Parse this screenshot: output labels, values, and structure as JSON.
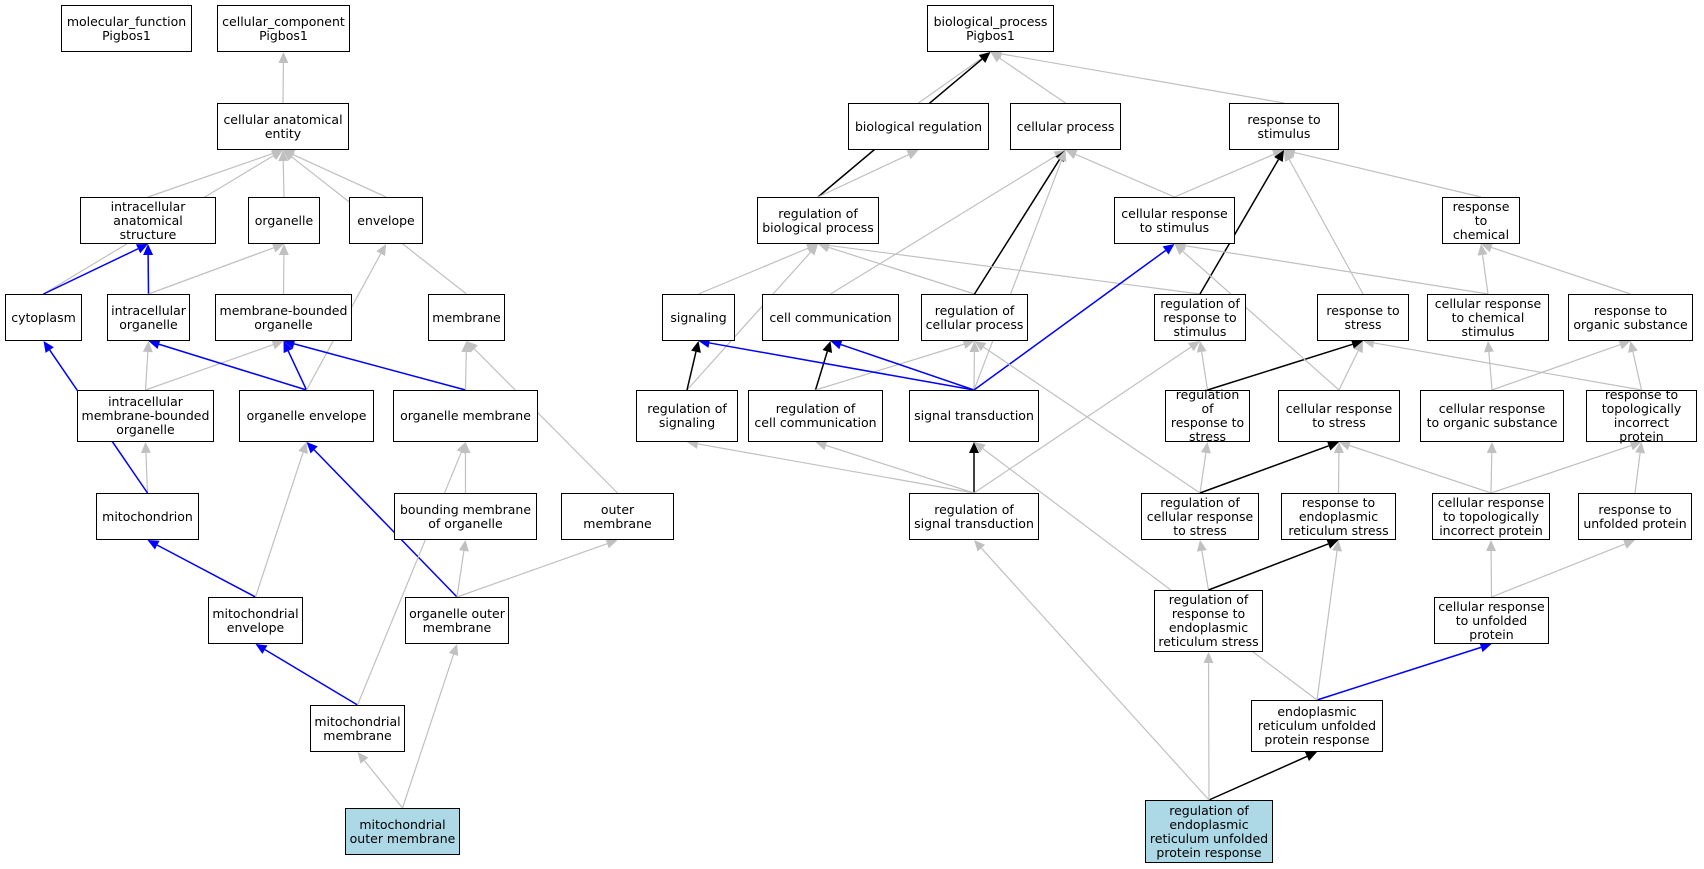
{
  "nodes": {
    "molecular_function": {
      "label": "molecular_function\nPigbos1"
    },
    "cellular_component": {
      "label": "cellular_component\nPigbos1"
    },
    "biological_process": {
      "label": "biological_process\nPigbos1"
    },
    "cellular_anatomical_entity": {
      "label": "cellular anatomical\nentity"
    },
    "intracellular_anatomical_structure": {
      "label": "intracellular\nanatomical structure"
    },
    "organelle": {
      "label": "organelle"
    },
    "envelope": {
      "label": "envelope"
    },
    "cytoplasm": {
      "label": "cytoplasm"
    },
    "intracellular_organelle": {
      "label": "intracellular\norganelle"
    },
    "membrane_bounded_organelle": {
      "label": "membrane-bounded\norganelle"
    },
    "membrane": {
      "label": "membrane"
    },
    "intracellular_mb_organelle": {
      "label": "intracellular\nmembrane-bounded\norganelle"
    },
    "organelle_envelope": {
      "label": "organelle envelope"
    },
    "organelle_membrane": {
      "label": "organelle membrane"
    },
    "mitochondrion": {
      "label": "mitochondrion"
    },
    "bounding_membrane": {
      "label": "bounding membrane\nof organelle"
    },
    "outer_membrane": {
      "label": "outer membrane"
    },
    "mitochondrial_envelope": {
      "label": "mitochondrial\nenvelope"
    },
    "organelle_outer_membrane": {
      "label": "organelle outer\nmembrane"
    },
    "mitochondrial_membrane": {
      "label": "mitochondrial\nmembrane"
    },
    "mitochondrial_outer_membrane": {
      "label": "mitochondrial\nouter membrane"
    },
    "biological_regulation": {
      "label": "biological regulation"
    },
    "cellular_process": {
      "label": "cellular process"
    },
    "response_to_stimulus": {
      "label": "response to\nstimulus"
    },
    "regulation_of_biological_process": {
      "label": "regulation of\nbiological process"
    },
    "cellular_response_to_stimulus": {
      "label": "cellular response\nto stimulus"
    },
    "response_to_chemical": {
      "label": "response to\nchemical"
    },
    "signaling": {
      "label": "signaling"
    },
    "cell_communication": {
      "label": "cell communication"
    },
    "regulation_of_cellular_process": {
      "label": "regulation of\ncellular process"
    },
    "regulation_of_response_to_stimulus": {
      "label": "regulation of\nresponse to\nstimulus"
    },
    "response_to_stress": {
      "label": "response to\nstress"
    },
    "cellular_response_to_chemical_stimulus": {
      "label": "cellular response\nto chemical\nstimulus"
    },
    "response_to_organic_substance": {
      "label": "response to\norganic substance"
    },
    "regulation_of_signaling": {
      "label": "regulation of\nsignaling"
    },
    "regulation_of_cell_communication": {
      "label": "regulation of\ncell communication"
    },
    "signal_transduction": {
      "label": "signal transduction"
    },
    "regulation_of_response_to_stress": {
      "label": "regulation of\nresponse to\nstress"
    },
    "cellular_response_to_stress": {
      "label": "cellular response\nto stress"
    },
    "cellular_response_to_organic_substance": {
      "label": "cellular response\nto organic substance"
    },
    "response_to_topologically_incorrect_protein": {
      "label": "response to\ntopologically\nincorrect protein"
    },
    "regulation_of_signal_transduction": {
      "label": "regulation of\nsignal transduction"
    },
    "regulation_of_cellular_response_to_stress": {
      "label": "regulation of\ncellular response\nto stress"
    },
    "response_to_er_stress": {
      "label": "response to\nendoplasmic\nreticulum stress"
    },
    "cellular_response_to_topologically_incorrect_protein": {
      "label": "cellular response\nto topologically\nincorrect protein"
    },
    "response_to_unfolded_protein": {
      "label": "response to\nunfolded protein"
    },
    "regulation_of_response_to_er_stress": {
      "label": "regulation of\nresponse to\nendoplasmic\nreticulum stress"
    },
    "cellular_response_to_unfolded_protein": {
      "label": "cellular response\nto unfolded\nprotein"
    },
    "er_unfolded_protein_response": {
      "label": "endoplasmic\nreticulum unfolded\nprotein response"
    },
    "regulation_of_er_upr": {
      "label": "regulation of\nendoplasmic\nreticulum unfolded\nprotein response"
    }
  },
  "edges": [
    [
      "cellular_anatomical_entity",
      "cellular_component",
      "gray"
    ],
    [
      "intracellular_anatomical_structure",
      "cellular_anatomical_entity",
      "gray"
    ],
    [
      "organelle",
      "cellular_anatomical_entity",
      "gray"
    ],
    [
      "envelope",
      "cellular_anatomical_entity",
      "gray"
    ],
    [
      "cytoplasm",
      "cellular_anatomical_entity",
      "gray"
    ],
    [
      "membrane",
      "cellular_anatomical_entity",
      "gray"
    ],
    [
      "cytoplasm",
      "intracellular_anatomical_structure",
      "blue"
    ],
    [
      "intracellular_organelle",
      "intracellular_anatomical_structure",
      "blue"
    ],
    [
      "intracellular_organelle",
      "organelle",
      "gray"
    ],
    [
      "membrane_bounded_organelle",
      "organelle",
      "gray"
    ],
    [
      "intracellular_mb_organelle",
      "intracellular_organelle",
      "gray"
    ],
    [
      "intracellular_mb_organelle",
      "membrane_bounded_organelle",
      "gray"
    ],
    [
      "organelle_envelope",
      "intracellular_organelle",
      "blue"
    ],
    [
      "organelle_envelope",
      "membrane_bounded_organelle",
      "blue"
    ],
    [
      "organelle_envelope",
      "envelope",
      "gray"
    ],
    [
      "organelle_membrane",
      "membrane_bounded_organelle",
      "blue"
    ],
    [
      "organelle_membrane",
      "membrane",
      "gray"
    ],
    [
      "mitochondrion",
      "intracellular_mb_organelle",
      "gray"
    ],
    [
      "mitochondrion",
      "cytoplasm",
      "blue"
    ],
    [
      "bounding_membrane",
      "organelle_membrane",
      "gray"
    ],
    [
      "outer_membrane",
      "membrane",
      "gray"
    ],
    [
      "mitochondrial_envelope",
      "mitochondrion",
      "blue"
    ],
    [
      "mitochondrial_envelope",
      "organelle_envelope",
      "gray"
    ],
    [
      "organelle_outer_membrane",
      "organelle_envelope",
      "blue"
    ],
    [
      "organelle_outer_membrane",
      "bounding_membrane",
      "gray"
    ],
    [
      "organelle_outer_membrane",
      "outer_membrane",
      "gray"
    ],
    [
      "mitochondrial_membrane",
      "mitochondrial_envelope",
      "blue"
    ],
    [
      "mitochondrial_membrane",
      "organelle_membrane",
      "gray"
    ],
    [
      "mitochondrial_outer_membrane",
      "mitochondrial_membrane",
      "gray"
    ],
    [
      "mitochondrial_outer_membrane",
      "organelle_outer_membrane",
      "gray"
    ],
    [
      "biological_regulation",
      "biological_process",
      "gray"
    ],
    [
      "cellular_process",
      "biological_process",
      "gray"
    ],
    [
      "response_to_stimulus",
      "biological_process",
      "gray"
    ],
    [
      "regulation_of_biological_process",
      "biological_process",
      "black"
    ],
    [
      "regulation_of_biological_process",
      "biological_regulation",
      "gray"
    ],
    [
      "cellular_response_to_stimulus",
      "cellular_process",
      "gray"
    ],
    [
      "cellular_response_to_stimulus",
      "response_to_stimulus",
      "gray"
    ],
    [
      "response_to_chemical",
      "response_to_stimulus",
      "gray"
    ],
    [
      "signaling",
      "regulation_of_biological_process",
      "gray"
    ],
    [
      "cell_communication",
      "cellular_process",
      "gray"
    ],
    [
      "regulation_of_cellular_process",
      "regulation_of_biological_process",
      "gray"
    ],
    [
      "regulation_of_cellular_process",
      "cellular_process",
      "black"
    ],
    [
      "regulation_of_response_to_stimulus",
      "regulation_of_biological_process",
      "gray"
    ],
    [
      "regulation_of_response_to_stimulus",
      "response_to_stimulus",
      "black"
    ],
    [
      "response_to_stress",
      "response_to_stimulus",
      "gray"
    ],
    [
      "cellular_response_to_chemical_stimulus",
      "cellular_response_to_stimulus",
      "gray"
    ],
    [
      "cellular_response_to_chemical_stimulus",
      "response_to_chemical",
      "gray"
    ],
    [
      "response_to_organic_substance",
      "response_to_chemical",
      "gray"
    ],
    [
      "regulation_of_signaling",
      "regulation_of_biological_process",
      "gray"
    ],
    [
      "regulation_of_signaling",
      "signaling",
      "black"
    ],
    [
      "regulation_of_cell_communication",
      "cell_communication",
      "black"
    ],
    [
      "regulation_of_cell_communication",
      "regulation_of_cellular_process",
      "gray"
    ],
    [
      "signal_transduction",
      "signaling",
      "blue"
    ],
    [
      "signal_transduction",
      "cell_communication",
      "blue"
    ],
    [
      "signal_transduction",
      "regulation_of_cellular_process",
      "gray"
    ],
    [
      "signal_transduction",
      "cellular_process",
      "gray"
    ],
    [
      "signal_transduction",
      "cellular_response_to_stimulus",
      "blue"
    ],
    [
      "regulation_of_response_to_stress",
      "regulation_of_response_to_stimulus",
      "gray"
    ],
    [
      "regulation_of_response_to_stress",
      "response_to_stress",
      "black"
    ],
    [
      "cellular_response_to_stress",
      "response_to_stress",
      "gray"
    ],
    [
      "cellular_response_to_stress",
      "cellular_response_to_stimulus",
      "gray"
    ],
    [
      "cellular_response_to_organic_substance",
      "response_to_organic_substance",
      "gray"
    ],
    [
      "cellular_response_to_organic_substance",
      "cellular_response_to_chemical_stimulus",
      "gray"
    ],
    [
      "response_to_topologically_incorrect_protein",
      "response_to_organic_substance",
      "gray"
    ],
    [
      "response_to_topologically_incorrect_protein",
      "response_to_stress",
      "gray"
    ],
    [
      "regulation_of_signal_transduction",
      "signal_transduction",
      "black"
    ],
    [
      "regulation_of_signal_transduction",
      "regulation_of_signaling",
      "gray"
    ],
    [
      "regulation_of_signal_transduction",
      "regulation_of_cell_communication",
      "gray"
    ],
    [
      "regulation_of_signal_transduction",
      "regulation_of_response_to_stimulus",
      "gray"
    ],
    [
      "regulation_of_cellular_response_to_stress",
      "regulation_of_response_to_stress",
      "gray"
    ],
    [
      "regulation_of_cellular_response_to_stress",
      "cellular_response_to_stress",
      "black"
    ],
    [
      "regulation_of_cellular_response_to_stress",
      "regulation_of_cellular_process",
      "gray"
    ],
    [
      "response_to_er_stress",
      "cellular_response_to_stress",
      "gray"
    ],
    [
      "cellular_response_to_topologically_incorrect_protein",
      "cellular_response_to_stress",
      "gray"
    ],
    [
      "cellular_response_to_topologically_incorrect_protein",
      "cellular_response_to_organic_substance",
      "gray"
    ],
    [
      "cellular_response_to_topologically_incorrect_protein",
      "response_to_topologically_incorrect_protein",
      "gray"
    ],
    [
      "response_to_unfolded_protein",
      "response_to_topologically_incorrect_protein",
      "gray"
    ],
    [
      "regulation_of_response_to_er_stress",
      "regulation_of_cellular_response_to_stress",
      "gray"
    ],
    [
      "regulation_of_response_to_er_stress",
      "response_to_er_stress",
      "black"
    ],
    [
      "cellular_response_to_unfolded_protein",
      "cellular_response_to_topologically_incorrect_protein",
      "gray"
    ],
    [
      "cellular_response_to_unfolded_protein",
      "response_to_unfolded_protein",
      "gray"
    ],
    [
      "er_unfolded_protein_response",
      "cellular_response_to_unfolded_protein",
      "blue"
    ],
    [
      "er_unfolded_protein_response",
      "response_to_er_stress",
      "gray"
    ],
    [
      "er_unfolded_protein_response",
      "signal_transduction",
      "gray"
    ],
    [
      "regulation_of_er_upr",
      "er_unfolded_protein_response",
      "black"
    ],
    [
      "regulation_of_er_upr",
      "regulation_of_response_to_er_stress",
      "gray"
    ],
    [
      "regulation_of_er_upr",
      "regulation_of_signal_transduction",
      "gray"
    ]
  ],
  "colors": {
    "gray": "#c0c0c0",
    "black": "#000000",
    "blue": "#0000ff",
    "highlight": "#add8e6"
  }
}
